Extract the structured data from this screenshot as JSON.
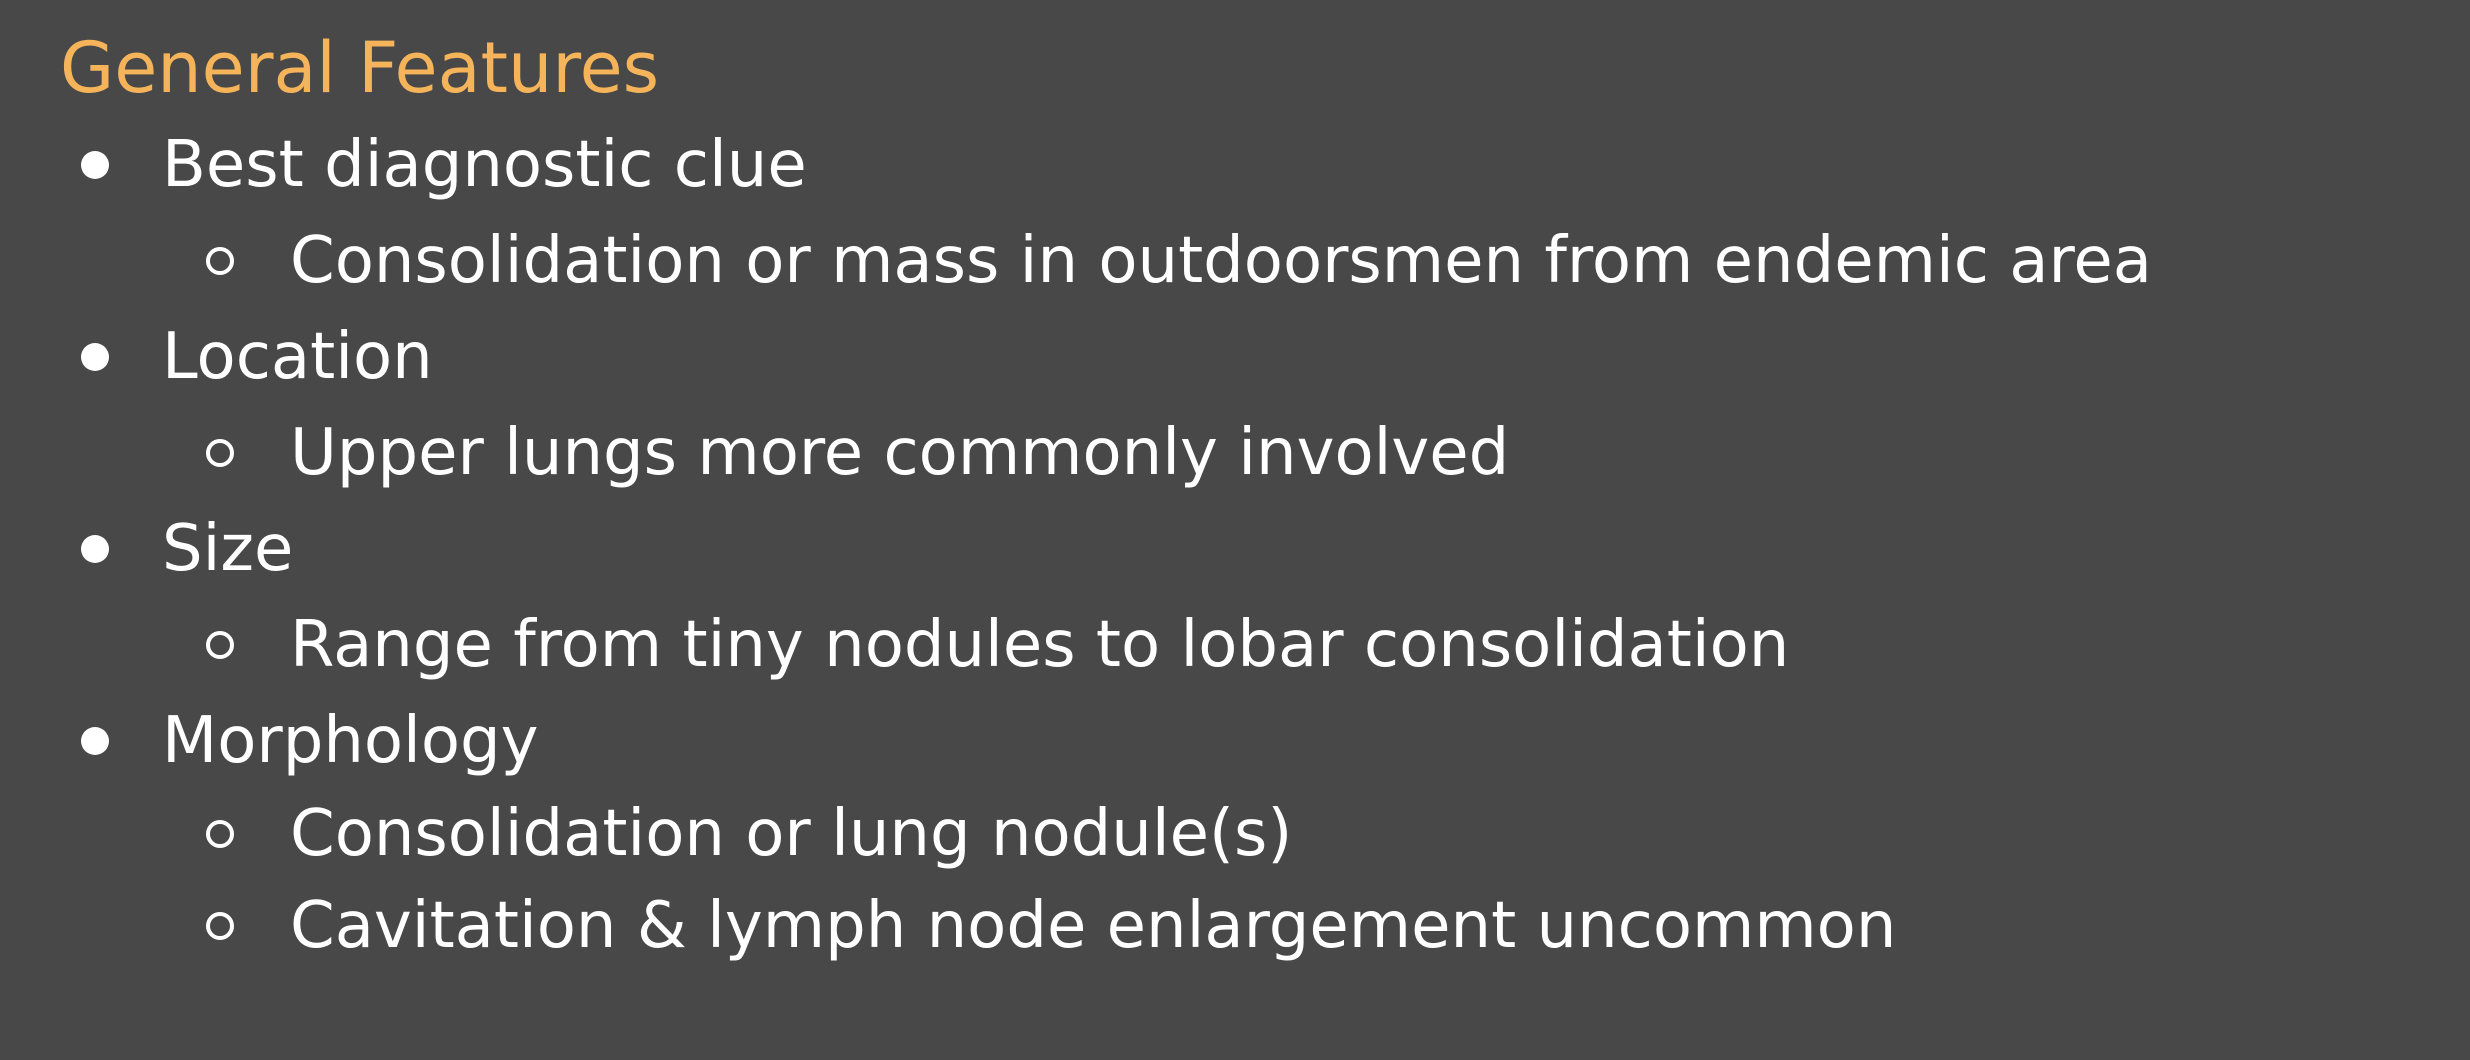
{
  "colors": {
    "background": "#484848",
    "title": "#f5b45a",
    "text": "#ffffff"
  },
  "title": "General Features",
  "items": [
    {
      "label": "Best diagnostic clue",
      "subitems": [
        "Consolidation or mass in outdoorsmen from endemic area"
      ]
    },
    {
      "label": "Location",
      "subitems": [
        "Upper lungs more commonly involved"
      ]
    },
    {
      "label": "Size",
      "subitems": [
        "Range from tiny nodules to lobar consolidation"
      ]
    },
    {
      "label": "Morphology",
      "subitems": [
        "Consolidation or lung nodule(s)",
        "Cavitation & lymph node enlargement uncommon"
      ]
    }
  ]
}
